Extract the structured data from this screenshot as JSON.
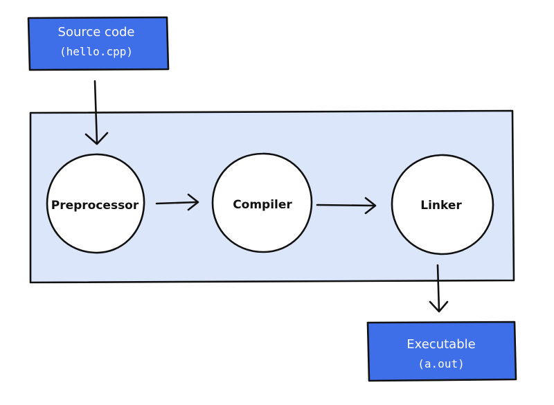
{
  "colors": {
    "box_fill": "#3f6fe8",
    "container_fill": "#dce6fb",
    "node_fill": "#ffffff",
    "stroke": "#111111"
  },
  "source": {
    "title": "Source code",
    "subtitle": "(hello.cpp)"
  },
  "stages": [
    {
      "label": "Preprocessor"
    },
    {
      "label": "Compiler"
    },
    {
      "label": "Linker"
    }
  ],
  "output": {
    "title": "Executable",
    "subtitle": "(a.out)"
  }
}
